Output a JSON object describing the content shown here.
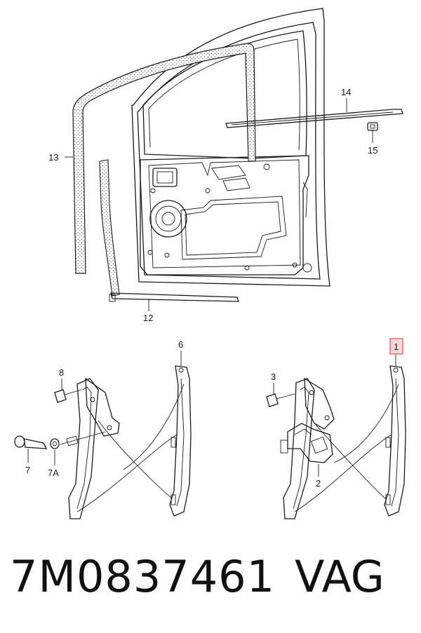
{
  "callouts": {
    "c13": "13",
    "c14": "14",
    "c15": "15",
    "c12": "12",
    "c8": "8",
    "c6": "6",
    "c7": "7",
    "c7a": "7A",
    "c3": "3",
    "c2": "2",
    "c1": "1"
  },
  "footer": {
    "part_number": "7M0837461",
    "brand": "VAG"
  },
  "colors": {
    "line": "#1a1a1a",
    "highlight_fill": "#f8d7dc",
    "highlight_border": "#d9534f"
  }
}
